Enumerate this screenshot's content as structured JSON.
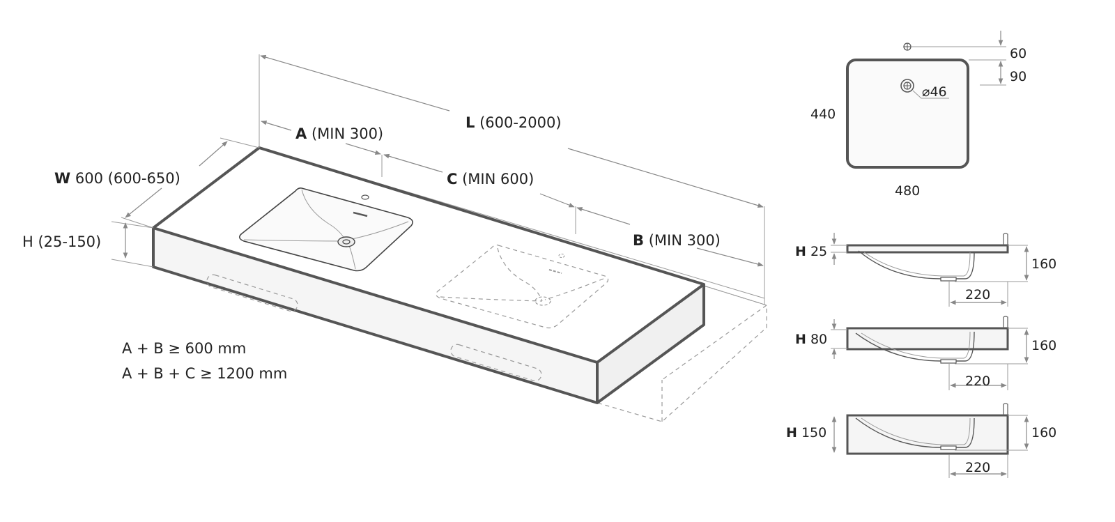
{
  "main": {
    "length_key": "L",
    "length_range": "(600-2000)",
    "a_key": "A",
    "a_min": "(MIN 300)",
    "c_key": "C",
    "c_min": "(MIN 600)",
    "b_key": "B",
    "b_min": "(MIN 300)",
    "width_key": "W",
    "width_value": "600",
    "width_range": "(600-650)",
    "height_label": "H (25-150)",
    "rule_1": "A + B ≥ 600 mm",
    "rule_2": "A + B + C ≥ 1200 mm"
  },
  "top_view": {
    "dim_60": "60",
    "dim_90": "90",
    "drain_diameter": "⌀46",
    "depth": "440",
    "width": "480"
  },
  "sections": [
    {
      "h_key": "H",
      "h_value": "25",
      "depth": "160",
      "drain_offset": "220"
    },
    {
      "h_key": "H",
      "h_value": "80",
      "depth": "160",
      "drain_offset": "220"
    },
    {
      "h_key": "H",
      "h_value": "150",
      "depth": "160",
      "drain_offset": "220"
    }
  ],
  "colors": {
    "outline": "#555555",
    "dimension": "#888888",
    "text": "#222222"
  }
}
